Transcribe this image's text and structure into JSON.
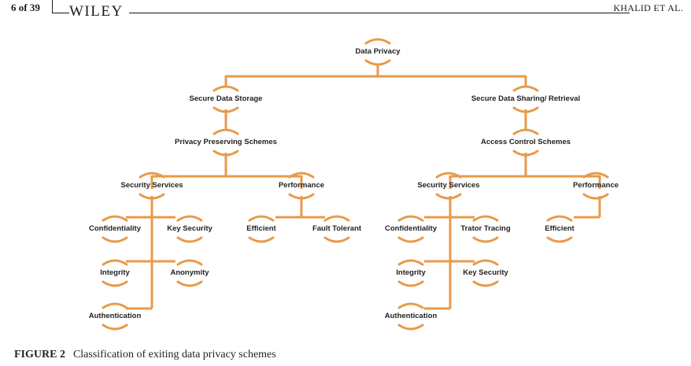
{
  "header": {
    "page_indicator": "6 of 39",
    "publisher": "WILEY",
    "running_author": "KHALID ET AL."
  },
  "diagram": {
    "accent_color": "#e89a4a",
    "nodes": {
      "root": "Data Privacy",
      "secure_storage": "Secure Data Storage",
      "secure_sharing": "Secure Data Sharing/ Retrieval",
      "privacy_preserving": "Privacy Preserving Schemes",
      "access_control": "Access Control Schemes",
      "left_security_services": "Security Services",
      "left_performance": "Performance",
      "left_confidentiality": "Confidentiality",
      "left_key_security": "Key Security",
      "left_integrity": "Integrity",
      "left_anonymity": "Anonymity",
      "left_authentication": "Authentication",
      "left_efficient": "Efficient",
      "left_fault_tolerant": "Fault Tolerant",
      "right_security_services": "Security Services",
      "right_performance": "Performance",
      "right_confidentiality": "Confidentiality",
      "right_trator_tracing": "Trator Tracing",
      "right_integrity": "Integrity",
      "right_key_security": "Key Security",
      "right_authentication": "Authentication",
      "right_efficient": "Efficient"
    }
  },
  "caption": {
    "number": "FIGURE 2",
    "text": "Classification of exiting data privacy schemes"
  }
}
